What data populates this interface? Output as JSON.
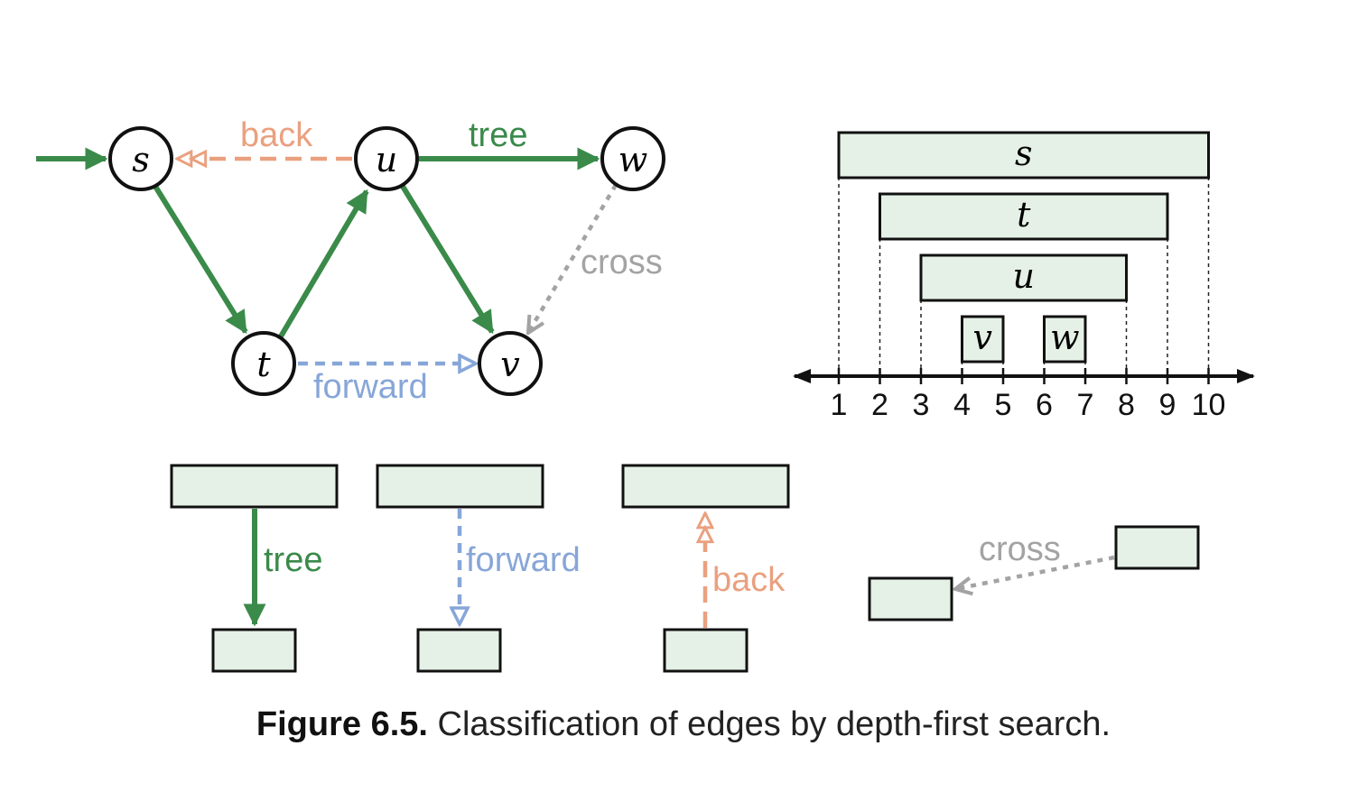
{
  "colors": {
    "tree": "#3a8a4a",
    "back": "#eaa07f",
    "forward": "#87a6d8",
    "cross": "#a3a3a3",
    "box_fill": "#e5f1e6",
    "stroke": "#111111"
  },
  "graph": {
    "nodes": [
      {
        "id": "s",
        "label": "s"
      },
      {
        "id": "u",
        "label": "u"
      },
      {
        "id": "w",
        "label": "w"
      },
      {
        "id": "t",
        "label": "t"
      },
      {
        "id": "v",
        "label": "v"
      }
    ],
    "edges": [
      {
        "from": "s",
        "to": "t",
        "type": "tree"
      },
      {
        "from": "t",
        "to": "u",
        "type": "tree"
      },
      {
        "from": "u",
        "to": "w",
        "type": "tree"
      },
      {
        "from": "u",
        "to": "v",
        "type": "tree"
      },
      {
        "from": "u",
        "to": "s",
        "type": "back"
      },
      {
        "from": "t",
        "to": "v",
        "type": "forward"
      },
      {
        "from": "w",
        "to": "v",
        "type": "cross"
      }
    ],
    "edge_labels": {
      "back": "back",
      "tree": "tree",
      "cross": "cross",
      "forward": "forward"
    }
  },
  "intervals": {
    "items": [
      {
        "label": "s",
        "start": 1,
        "end": 10
      },
      {
        "label": "t",
        "start": 2,
        "end": 9
      },
      {
        "label": "u",
        "start": 3,
        "end": 8
      },
      {
        "label": "v",
        "start": 4,
        "end": 5
      },
      {
        "label": "w",
        "start": 6,
        "end": 7
      }
    ],
    "ticks": [
      "1",
      "2",
      "3",
      "4",
      "5",
      "6",
      "7",
      "8",
      "9",
      "10"
    ]
  },
  "legend": {
    "tree": "tree",
    "forward": "forward",
    "back": "back",
    "cross": "cross"
  },
  "caption": {
    "label": "Figure 6.5.",
    "text": "Classification of edges by depth-first search."
  }
}
